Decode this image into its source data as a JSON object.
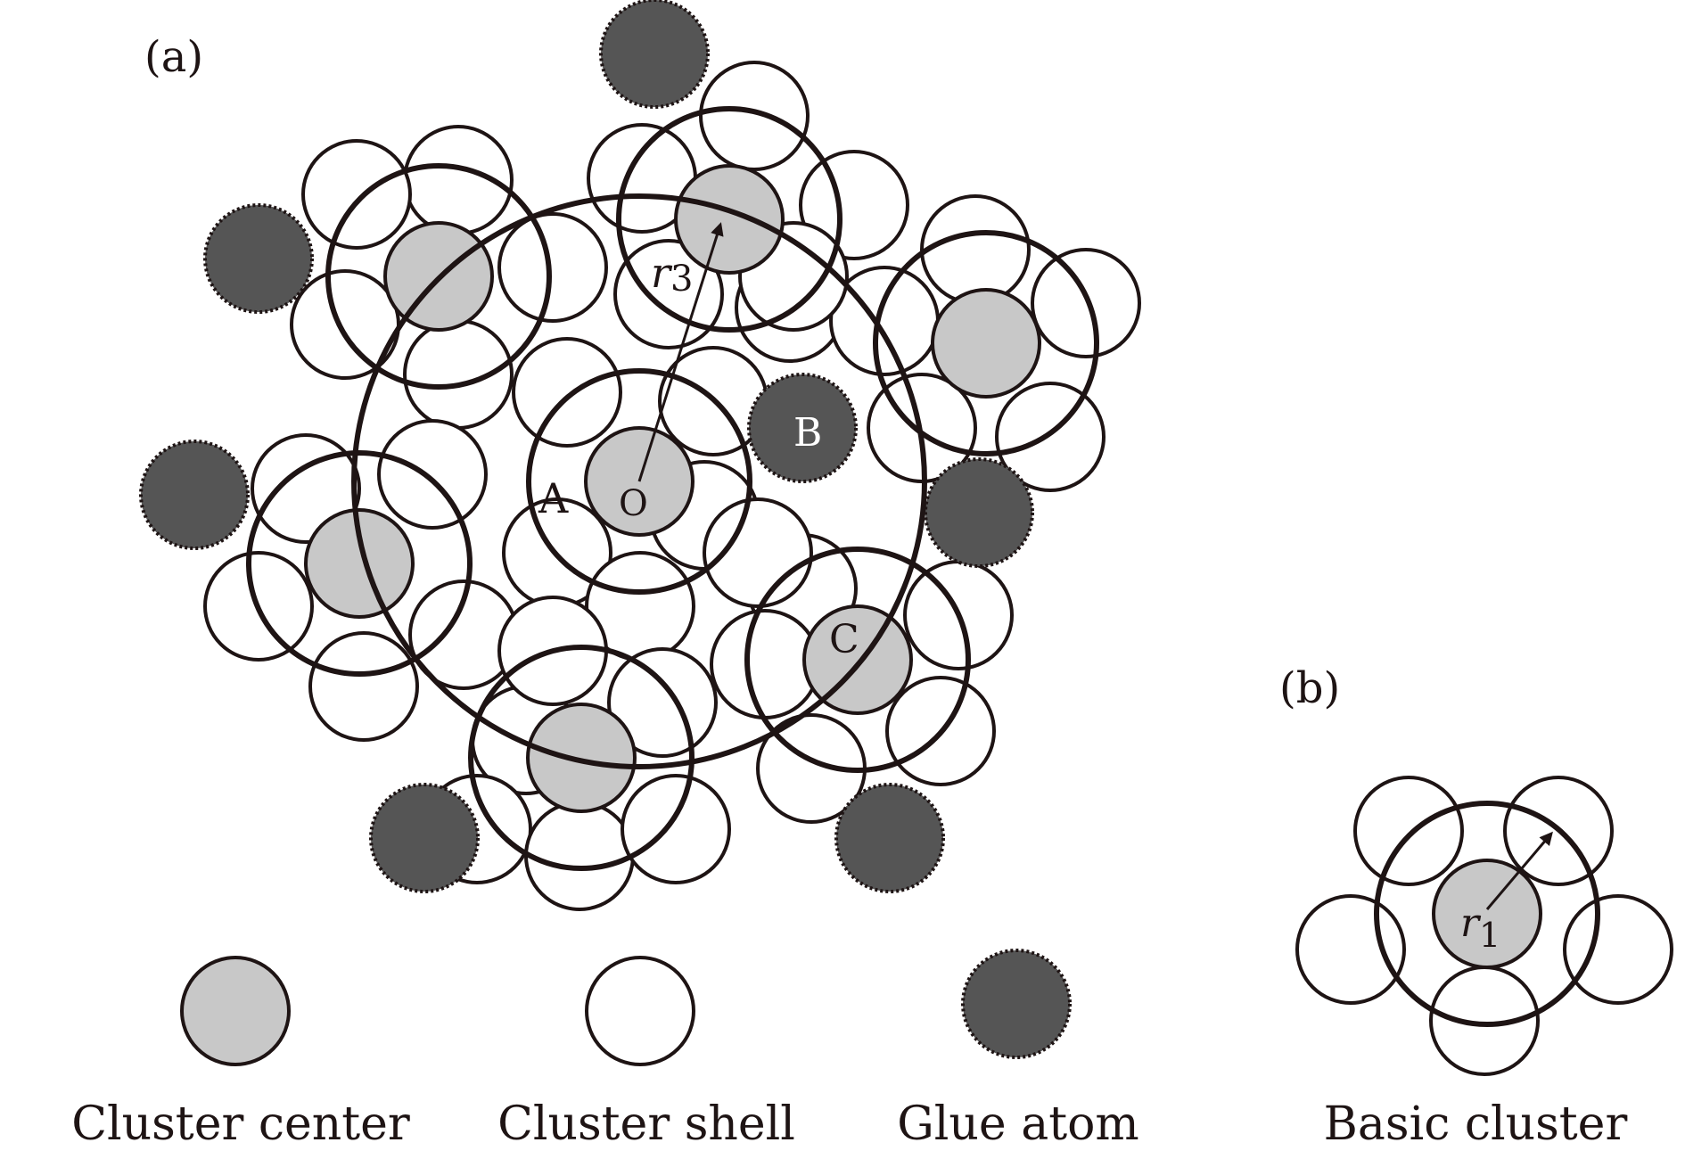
{
  "panel_a": {
    "label": "(a)",
    "point_labels": {
      "A": "A",
      "O": "O",
      "B": "B",
      "C": "C"
    },
    "radius_label": "r",
    "radius_subscript": "3"
  },
  "panel_b": {
    "label": "(b)",
    "radius_label": "r",
    "radius_subscript": "1"
  },
  "legend": {
    "center": "Cluster center",
    "shell": "Cluster shell",
    "glue": "Glue atom",
    "basic": "Basic cluster"
  },
  "colors": {
    "center_fill": "#c8c8c8",
    "shell_fill": "#ffffff",
    "glue_fill": "#555555",
    "stroke": "#1e1414"
  }
}
